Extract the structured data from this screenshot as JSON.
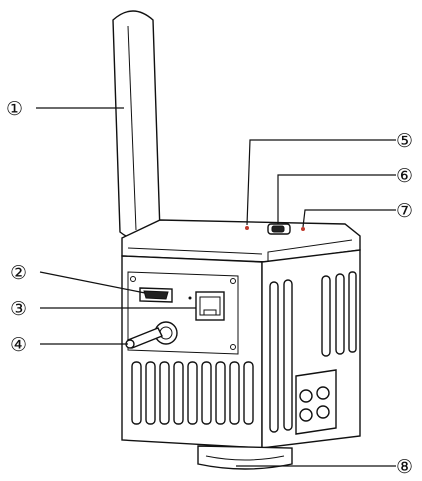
{
  "callouts": [
    {
      "id": 1,
      "label": "①"
    },
    {
      "id": 2,
      "label": "②"
    },
    {
      "id": 3,
      "label": "③"
    },
    {
      "id": 4,
      "label": "④"
    },
    {
      "id": 5,
      "label": "⑤"
    },
    {
      "id": 6,
      "label": "⑥"
    },
    {
      "id": 7,
      "label": "⑦"
    },
    {
      "id": 8,
      "label": "⑧"
    }
  ],
  "colors": {
    "line": "#111111",
    "accent": "#c0392b",
    "background": "#ffffff"
  }
}
